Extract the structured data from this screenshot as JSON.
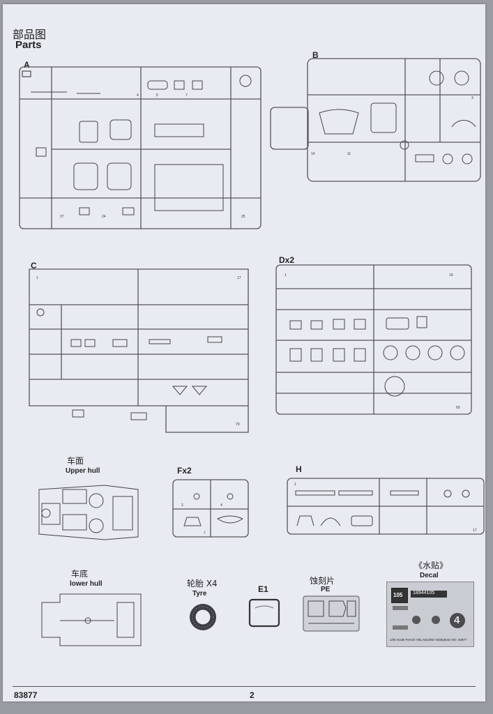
{
  "header": {
    "title_cn": "部品图",
    "title_en": "Parts"
  },
  "sprues": {
    "a": {
      "label": "A"
    },
    "b": {
      "label": "B"
    },
    "c": {
      "label": "C"
    },
    "d": {
      "label": "Dx2"
    },
    "f": {
      "label": "Fx2"
    },
    "h": {
      "label": "H"
    }
  },
  "hulls": {
    "upper": {
      "cn": "车面",
      "en": "Upper hull"
    },
    "lower": {
      "cn": "车底",
      "en": "lower hull"
    }
  },
  "tyre": {
    "cn": "轮胎 X4",
    "en": "Tyre"
  },
  "e1": {
    "label": "E1"
  },
  "pe": {
    "cn": "蚀刻片",
    "en": "PE"
  },
  "decal": {
    "cn": "《水贴》",
    "en": "Decal",
    "caption": "1/35 Scale French VBL M11/M2 HobbyBoss NO. 83877",
    "plate": "105",
    "serial": "18944105",
    "tactical_number": "4"
  },
  "footer": {
    "code": "83877",
    "page": "2"
  }
}
